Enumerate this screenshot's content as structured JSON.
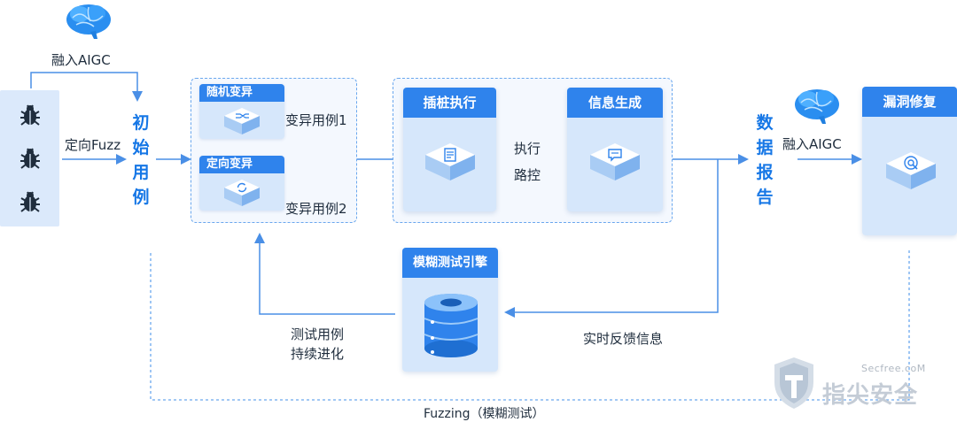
{
  "aigc_top": "融入AIGC",
  "fuzz_label": "定向Fuzz",
  "initial_cases": "初始用例",
  "mutation": {
    "random_title": "随机变异",
    "directed_title": "定向变异",
    "case1": "变异用例1",
    "case2": "变异用例2"
  },
  "exec_box": {
    "instrument_title": "插桩执行",
    "exec_path_line1": "执行",
    "exec_path_line2": "路控",
    "info_title": "信息生成"
  },
  "data_report": "数据报告",
  "aigc_right": "融入AIGC",
  "vuln_fix_title": "漏洞修复",
  "engine_title": "模糊测试引擎",
  "evolve_line1": "测试用例",
  "evolve_line2": "持续进化",
  "feedback": "实时反馈信息",
  "fuzzing_caption": "Fuzzing（模糊测试）",
  "watermark": {
    "site": "Secfree.coM",
    "brand": "指尖安全"
  },
  "colors": {
    "accent": "#2f83ec",
    "text_blue": "#1677e6",
    "card_bg": "#d6e7fb",
    "line": "#4a8fe6"
  },
  "icons": [
    "brain-icon",
    "bug-icon",
    "shuffle-icon",
    "refresh-icon",
    "document-icon",
    "message-icon",
    "target-icon",
    "database-icon",
    "shield-logo-icon"
  ]
}
